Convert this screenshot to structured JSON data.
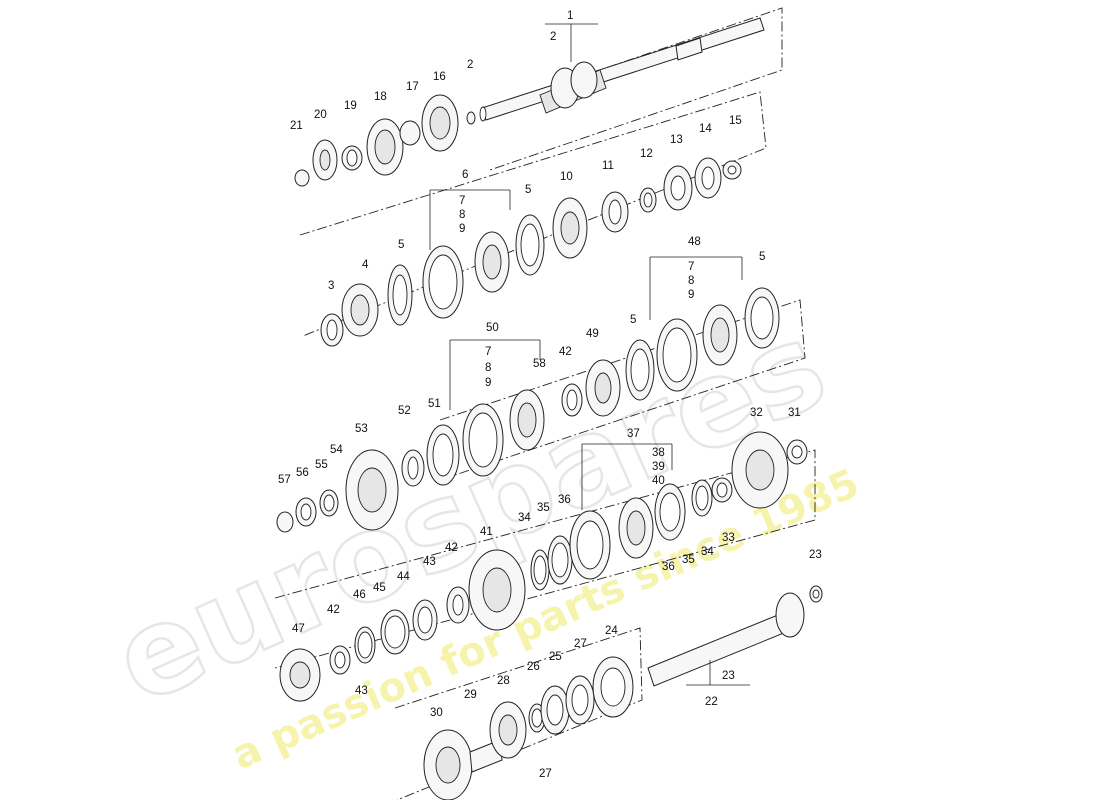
{
  "watermark": {
    "brand": "eurospares",
    "tagline": "a passion for parts since 1985"
  },
  "callouts": [
    {
      "id": "c1",
      "text": "1"
    },
    {
      "id": "c2a",
      "text": "2"
    },
    {
      "id": "c2b",
      "text": "2"
    },
    {
      "id": "c3",
      "text": "3"
    },
    {
      "id": "c4",
      "text": "4"
    },
    {
      "id": "c5a",
      "text": "5"
    },
    {
      "id": "c5b",
      "text": "5"
    },
    {
      "id": "c5c",
      "text": "5"
    },
    {
      "id": "c5d",
      "text": "5"
    },
    {
      "id": "c6",
      "text": "6"
    },
    {
      "id": "c7a",
      "text": "7"
    },
    {
      "id": "c8a",
      "text": "8"
    },
    {
      "id": "c9a",
      "text": "9"
    },
    {
      "id": "c7b",
      "text": "7"
    },
    {
      "id": "c8b",
      "text": "8"
    },
    {
      "id": "c9b",
      "text": "9"
    },
    {
      "id": "c7c",
      "text": "7"
    },
    {
      "id": "c8c",
      "text": "8"
    },
    {
      "id": "c9c",
      "text": "9"
    },
    {
      "id": "c10",
      "text": "10"
    },
    {
      "id": "c11",
      "text": "11"
    },
    {
      "id": "c12",
      "text": "12"
    },
    {
      "id": "c13",
      "text": "13"
    },
    {
      "id": "c14",
      "text": "14"
    },
    {
      "id": "c15",
      "text": "15"
    },
    {
      "id": "c16",
      "text": "16"
    },
    {
      "id": "c17",
      "text": "17"
    },
    {
      "id": "c18",
      "text": "18"
    },
    {
      "id": "c19",
      "text": "19"
    },
    {
      "id": "c20",
      "text": "20"
    },
    {
      "id": "c21",
      "text": "21"
    },
    {
      "id": "c22",
      "text": "22"
    },
    {
      "id": "c23a",
      "text": "23"
    },
    {
      "id": "c23b",
      "text": "23"
    },
    {
      "id": "c24",
      "text": "24"
    },
    {
      "id": "c25",
      "text": "25"
    },
    {
      "id": "c26",
      "text": "26"
    },
    {
      "id": "c27a",
      "text": "27"
    },
    {
      "id": "c27b",
      "text": "27"
    },
    {
      "id": "c28",
      "text": "28"
    },
    {
      "id": "c29",
      "text": "29"
    },
    {
      "id": "c30",
      "text": "30"
    },
    {
      "id": "c31",
      "text": "31"
    },
    {
      "id": "c32",
      "text": "32"
    },
    {
      "id": "c33",
      "text": "33"
    },
    {
      "id": "c34a",
      "text": "34"
    },
    {
      "id": "c34b",
      "text": "34"
    },
    {
      "id": "c35a",
      "text": "35"
    },
    {
      "id": "c35b",
      "text": "35"
    },
    {
      "id": "c36a",
      "text": "36"
    },
    {
      "id": "c36b",
      "text": "36"
    },
    {
      "id": "c37",
      "text": "37"
    },
    {
      "id": "c38",
      "text": "38"
    },
    {
      "id": "c39",
      "text": "39"
    },
    {
      "id": "c40",
      "text": "40"
    },
    {
      "id": "c41",
      "text": "41"
    },
    {
      "id": "c42a",
      "text": "42"
    },
    {
      "id": "c42b",
      "text": "42"
    },
    {
      "id": "c42c",
      "text": "42"
    },
    {
      "id": "c43a",
      "text": "43"
    },
    {
      "id": "c43b",
      "text": "43"
    },
    {
      "id": "c44",
      "text": "44"
    },
    {
      "id": "c45",
      "text": "45"
    },
    {
      "id": "c46",
      "text": "46"
    },
    {
      "id": "c47",
      "text": "47"
    },
    {
      "id": "c48",
      "text": "48"
    },
    {
      "id": "c49",
      "text": "49"
    },
    {
      "id": "c50",
      "text": "50"
    },
    {
      "id": "c51",
      "text": "51"
    },
    {
      "id": "c52",
      "text": "52"
    },
    {
      "id": "c53",
      "text": "53"
    },
    {
      "id": "c54",
      "text": "54"
    },
    {
      "id": "c55",
      "text": "55"
    },
    {
      "id": "c56",
      "text": "56"
    },
    {
      "id": "c57",
      "text": "57"
    },
    {
      "id": "c58",
      "text": "58"
    }
  ]
}
